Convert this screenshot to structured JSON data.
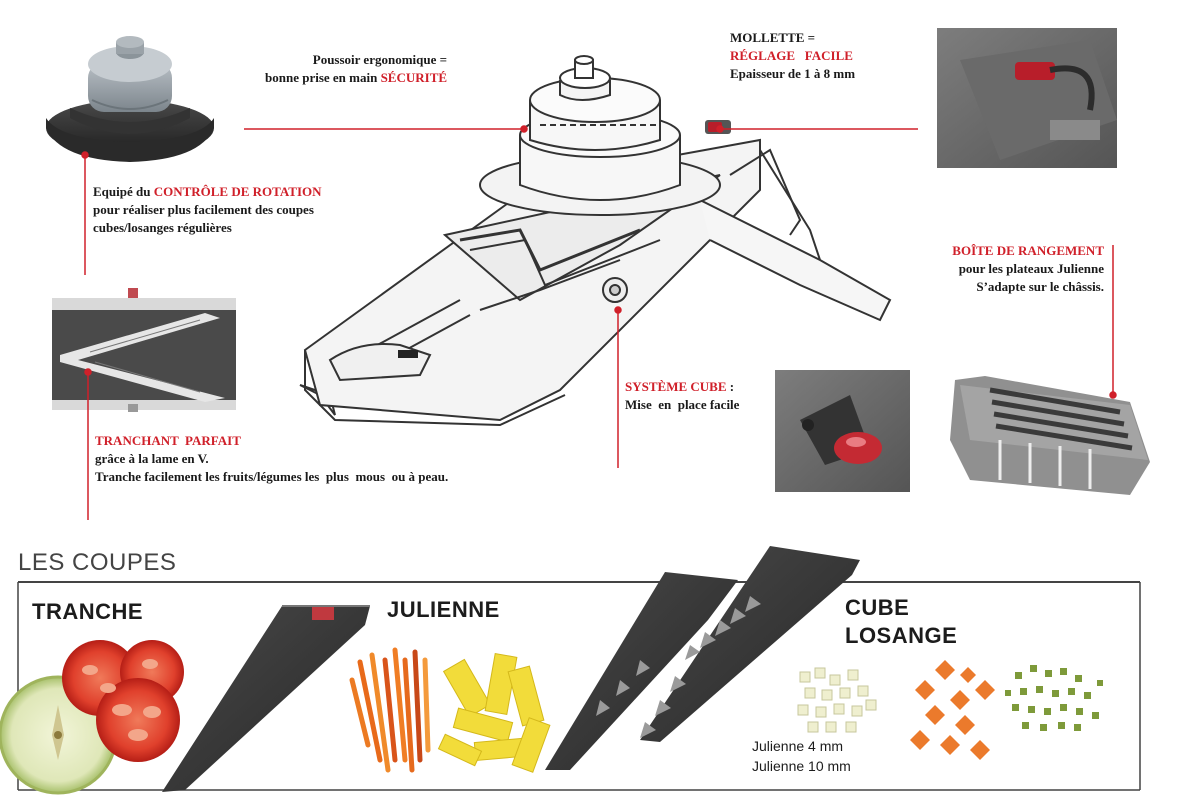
{
  "colors": {
    "accent": "#d0202a",
    "frame": "#2b2b2b",
    "outline": "#444444"
  },
  "icons": [
    "pusher-knob",
    "rotation-control",
    "mandoline",
    "adjust-dial",
    "v-blade",
    "cube-system-knob",
    "storage-box",
    "tomato",
    "apple",
    "slicing-plate",
    "julienne-plates",
    "carrot-julienne",
    "pepper-julienne",
    "cube-vegetables",
    "lozenge-carrots",
    "diced-vegetables"
  ],
  "callouts": {
    "pusher": {
      "line1": "Poussoir ergonomique =",
      "line2_prefix": "bonne prise en main ",
      "line2_accent": "SÉCURITÉ"
    },
    "dial": {
      "line1": "MOLLETTE =",
      "accent": "RÉGLAGE   FACILE",
      "line3": "Epaisseur de 1 à 8 mm"
    },
    "rotation": {
      "prefix": "Equipé du ",
      "accent": "CONTRÔLE DE ROTATION",
      "line2": "pour réaliser plus facilement des coupes",
      "line3": "cubes/losanges régulières"
    },
    "storage": {
      "accent": "BOÎTE DE RANGEMENT",
      "line2": "pour les plateaux Julienne",
      "line3": "S’adapte sur le châssis."
    },
    "cube": {
      "accent": "SYSTÈME CUBE",
      "suffix": " :",
      "line2": "Mise  en  place facile"
    },
    "blade": {
      "accent": "TRANCHANT  PARFAIT",
      "line2": "grâce à la lame en V.",
      "line3": "Tranche facilement les fruits/légumes les  plus  mous  ou à peau."
    }
  },
  "coupes": {
    "title": "LES COUPES",
    "tranche": "TRANCHE",
    "julienne": "JULIENNE",
    "cube": "CUBE",
    "losange": "LOSANGE",
    "julienne_4": "Julienne 4 mm",
    "julienne_10": "Julienne 10 mm"
  }
}
